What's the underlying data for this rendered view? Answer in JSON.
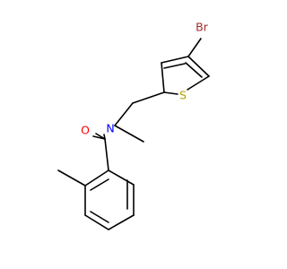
{
  "structure": {
    "atoms": {
      "br": {
        "text": "Br",
        "color": "#a52a2a"
      },
      "s": {
        "text": "S",
        "color": "#b8a000"
      },
      "o": {
        "text": "O",
        "color": "#ff0000"
      },
      "n": {
        "text": "N",
        "color": "#0000ff"
      }
    }
  }
}
